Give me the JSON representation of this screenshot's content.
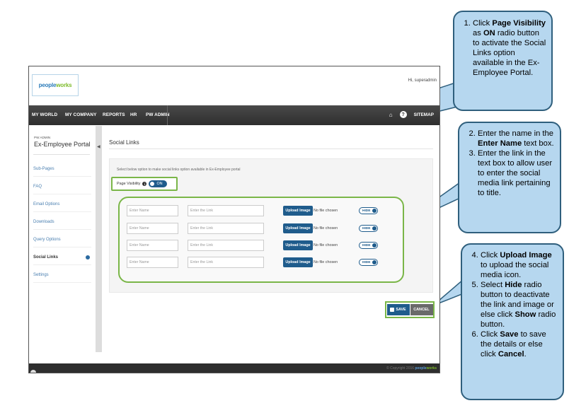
{
  "app": {
    "logo": {
      "brand_left": "people",
      "brand_right": "works"
    },
    "greeting": "Hi, superadmin"
  },
  "nav": {
    "items": [
      "MY WORLD",
      "MY COMPANY",
      "REPORTS",
      "HR",
      "PW ADMIN"
    ],
    "help_icon": "question-icon",
    "home_icon": "home-icon",
    "sitemap": "SITEMAP"
  },
  "sidebar": {
    "section_label": "PW ADMIN",
    "title": "Ex-Employee Portal",
    "items": [
      {
        "label": "Sub-Pages",
        "active": false
      },
      {
        "label": "FAQ",
        "active": false
      },
      {
        "label": "Email Options",
        "active": false
      },
      {
        "label": "Downloads",
        "active": false
      },
      {
        "label": "Query Options",
        "active": false
      },
      {
        "label": "Social Links",
        "active": true
      },
      {
        "label": "Settings",
        "active": false
      }
    ]
  },
  "main": {
    "title": "Social Links",
    "instruction": "Select below option to make social links option available in Ex-Employee portal",
    "visibility": {
      "label": "Page Visibility",
      "toggle_label": "ON"
    },
    "rows": [
      {
        "name_placeholder": "Enter Name",
        "link_placeholder": "Enter the Link",
        "upload_label": "Upload Image",
        "file_status": "No file chosen",
        "hide_label": "HIDE"
      },
      {
        "name_placeholder": "Enter Name",
        "link_placeholder": "Enter the Link",
        "upload_label": "Upload Image",
        "file_status": "No file chosen",
        "hide_label": "HIDE"
      },
      {
        "name_placeholder": "Enter Name",
        "link_placeholder": "Enter the Link",
        "upload_label": "Upload Image",
        "file_status": "No file chosen",
        "hide_label": "HIDE"
      },
      {
        "name_placeholder": "Enter Name",
        "link_placeholder": "Enter the Link",
        "upload_label": "Upload Image",
        "file_status": "No file chosen",
        "hide_label": "HIDE"
      }
    ],
    "save_label": "SAVE",
    "cancel_label": "CANCEL"
  },
  "footer": {
    "copyright": "© Copyright 2016",
    "brand_left": "people",
    "brand_right": "works"
  },
  "callouts": {
    "c1": {
      "num": "1.",
      "parts": [
        "Click ",
        "Page Visibility",
        " as ",
        "ON",
        " radio button to activate the Social Links option available in the Ex-Employee Portal."
      ]
    },
    "c2": {
      "items": [
        {
          "parts": [
            "Enter the name in the ",
            "Enter Name",
            " text box."
          ]
        },
        {
          "parts": [
            "Enter the link in the text box to allow user to enter the social media link pertaining to title."
          ]
        }
      ]
    },
    "c3": {
      "items": [
        {
          "parts": [
            "Click ",
            "Upload Image",
            " to upload the social media icon."
          ]
        },
        {
          "parts": [
            "Select ",
            "Hide",
            " radio button to deactivate the link and image or else click ",
            "Show",
            " radio button."
          ]
        },
        {
          "parts": [
            "Click ",
            "Save",
            " to save the details or else click ",
            "Cancel",
            "."
          ]
        }
      ]
    }
  },
  "colors": {
    "nav_bg": "#3a3a3a",
    "accent_blue": "#1f5c8c",
    "highlight_green": "#7ab648",
    "callout_fill": "#b6d7ef",
    "callout_border": "#2f5f7d"
  }
}
